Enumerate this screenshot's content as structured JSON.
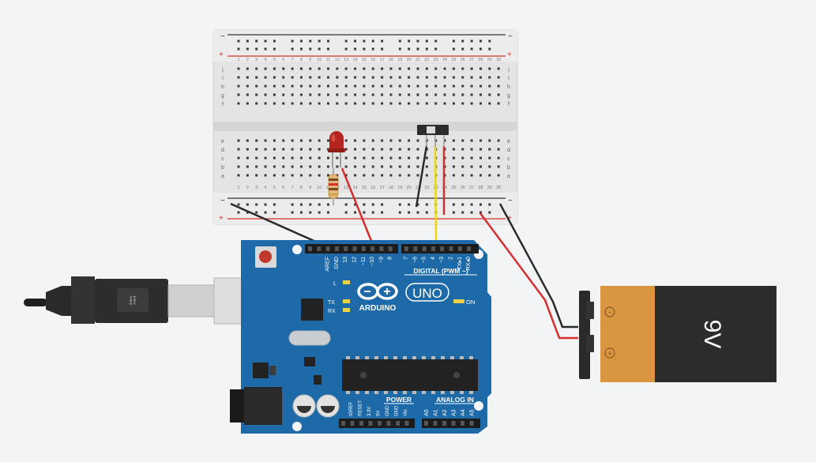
{
  "breadboard": {
    "rail_minus": "−",
    "rail_plus": "+",
    "row_letters_top": [
      "j",
      "i",
      "h",
      "g",
      "f"
    ],
    "row_letters_bottom": [
      "e",
      "d",
      "c",
      "b",
      "a"
    ],
    "column_count": 30
  },
  "arduino": {
    "brand": "ARDUINO",
    "model": "UNO",
    "on_label": "ON",
    "digital_label": "DIGITAL (PWM ~)",
    "power_label": "POWER",
    "analog_label": "ANALOG IN",
    "led_l": "L",
    "led_tx": "TX",
    "led_rx": "RX",
    "top_pins": [
      "AREF",
      "GND",
      "13",
      "12",
      "~11",
      "~10",
      "~9",
      "8",
      "7",
      "~6",
      "~5",
      "4",
      "~3",
      "2",
      "TX▸1",
      "RX◂0"
    ],
    "power_pins": [
      "IOREF",
      "RESET",
      "3.3V",
      "5V",
      "GND",
      "GND",
      "Vin"
    ],
    "analog_pins": [
      "A0",
      "A1",
      "A2",
      "A3",
      "A4",
      "A5"
    ]
  },
  "battery": {
    "label": "9V",
    "minus": "−",
    "plus": "+"
  },
  "colors": {
    "wire_red": "#d62f2f",
    "wire_black": "#2b2b2b",
    "wire_yellow": "#f2d31b",
    "board_blue": "#1e6aa8",
    "battery_orange": "#d9953f",
    "battery_black": "#2c2c2c",
    "led_red": "#b3261e"
  }
}
